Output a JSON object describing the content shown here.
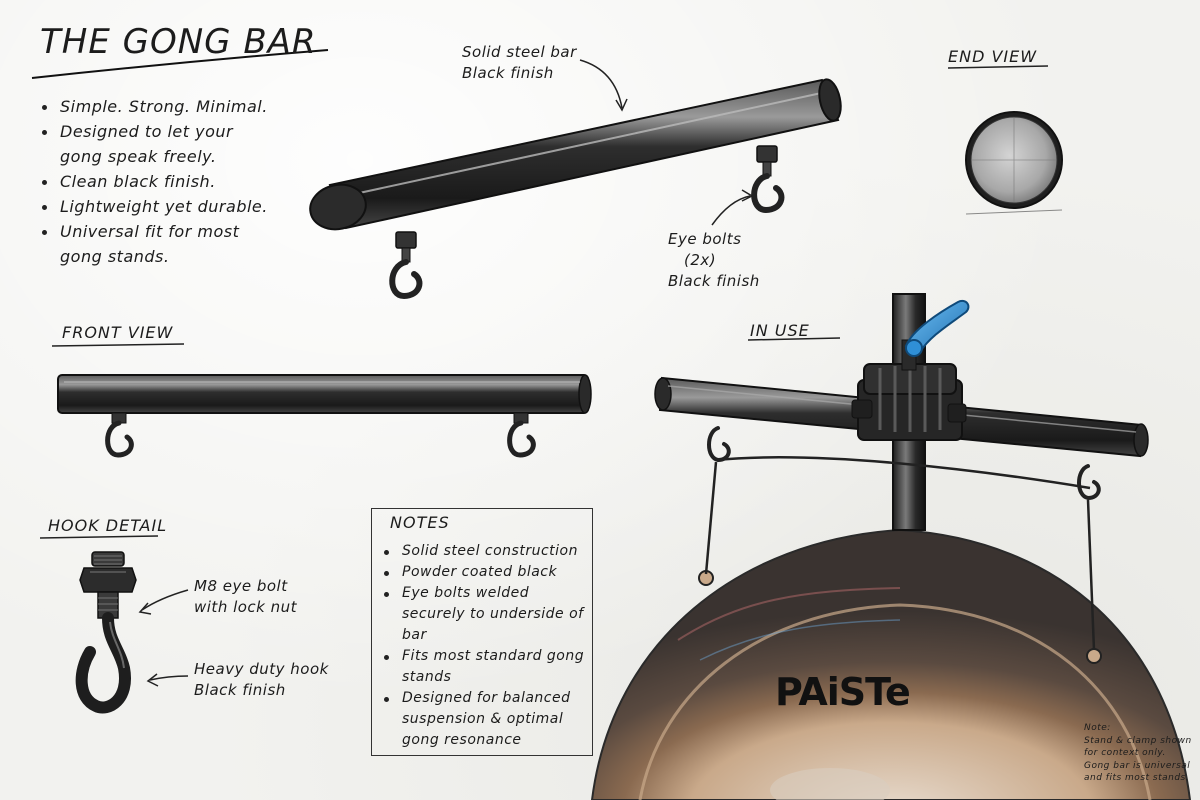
{
  "title": "THE GONG BAR",
  "features": [
    "Simple. Strong. Minimal.",
    "Designed to let your gong speak freely.",
    "Clean black finish.",
    "Lightweight yet durable.",
    "Universal fit for most gong stands."
  ],
  "callouts": {
    "bar_material": [
      "Solid steel bar",
      "Black finish"
    ],
    "eye_bolts": [
      "Eye bolts",
      "(2x)",
      "Black finish"
    ],
    "m8_bolt": [
      "M8 eye bolt",
      "with lock nut"
    ],
    "hook": [
      "Heavy duty hook",
      "Black finish"
    ]
  },
  "views": {
    "end_view": "END VIEW",
    "front_view": "FRONT VIEW",
    "in_use": "IN USE",
    "hook_detail": "HOOK DETAIL"
  },
  "notes": {
    "title": "NOTES",
    "items": [
      "Solid steel construction",
      "Powder coated black",
      "Eye bolts welded securely to underside of bar",
      "Fits most standard gong stands",
      "Designed for balanced suspension & optimal gong resonance"
    ]
  },
  "gong_brand": "PAiSTe",
  "footnote": {
    "heading": "Note:",
    "lines": [
      "Stand & clamp shown",
      "for context only.",
      "Gong bar is universal",
      "and fits most stands."
    ]
  },
  "colors": {
    "paper": "#f2f2ef",
    "ink": "#1c1c1c",
    "steel_black": "#2a2a2a",
    "clamp_handle": "#2f8fd6",
    "gong_bronze": "#9a7a5a"
  }
}
